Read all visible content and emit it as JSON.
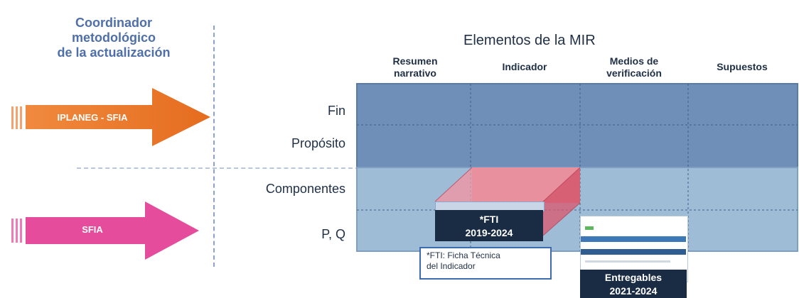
{
  "coordinator": {
    "lines": [
      "Coordinador",
      "metodológico",
      "de la actualización"
    ]
  },
  "mir": {
    "title": "Elementos de la MIR",
    "columns": [
      [
        "Resumen",
        "narrativo"
      ],
      [
        "Indicador"
      ],
      [
        "Medios de",
        "verificación"
      ],
      [
        "Supuestos"
      ]
    ],
    "rows": [
      "Fin",
      "Propósito",
      "Componentes",
      "P, Q"
    ]
  },
  "arrows": {
    "top": {
      "label": "IPLANEG - SFIA",
      "color": "#ec7a2d"
    },
    "bottom": {
      "label": "SFIA",
      "color": "#e64c9c"
    }
  },
  "deliverables": {
    "fti": [
      "*FTI",
      "2019-2024"
    ],
    "entregables": [
      "Entregables",
      "2021-2024"
    ]
  },
  "note": {
    "lines": [
      "*FTI: Ficha Técnica",
      "del Indicador"
    ]
  },
  "colors": {
    "upper_grid": "#6f8fb8",
    "lower_grid": "#9fbcd6",
    "red_box": "#e46a7c"
  }
}
